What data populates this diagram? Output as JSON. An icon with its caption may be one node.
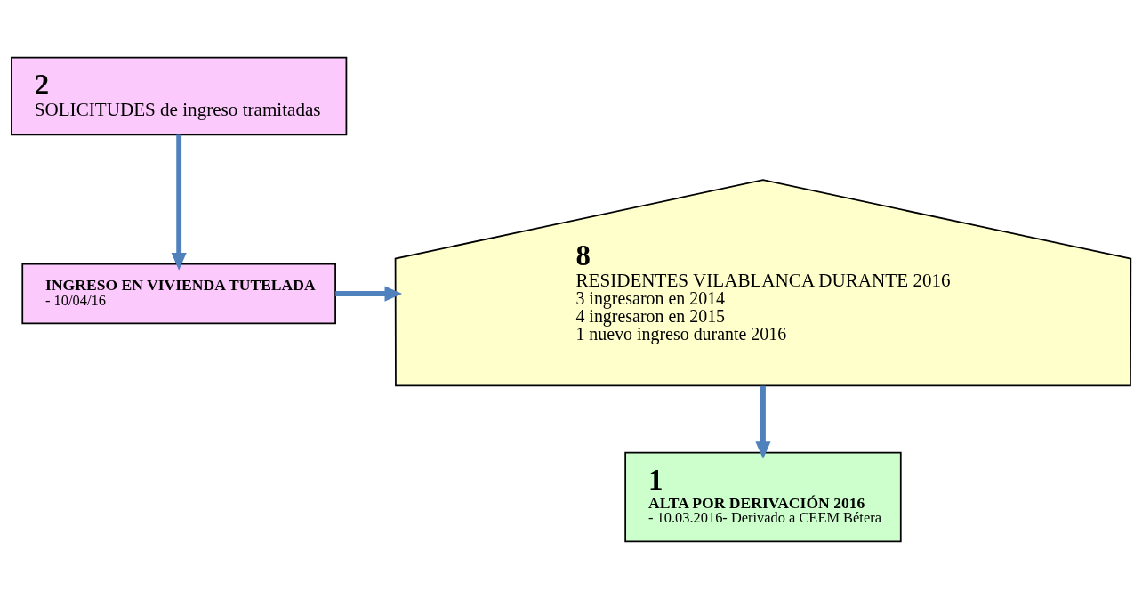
{
  "diagram": {
    "nodes": [
      {
        "text": [
          "2",
          "SOLICITUDES de ingreso tramitadas"
        ]
      },
      {
        "text": [
          "INGRESO EN VIVIENDA TUTELADA",
          "- 10/04/16"
        ]
      },
      {
        "text": [
          "8",
          "RESIDENTES VILABLANCA DURANTE 2016",
          "3 ingresaron en 2014",
          "4 ingresaron en 2015",
          "1 nuevo ingreso durante 2016"
        ]
      },
      {
        "text": [
          "1",
          "ALTA POR DERIVACIÓN 2016",
          "- 10.03.2016- Derivado a CEEM Bétera"
        ]
      }
    ],
    "edges": [
      {
        "from": 0,
        "to": 1,
        "arrow": "to"
      },
      {
        "from": 1,
        "to": 2,
        "arrow": "to"
      },
      {
        "from": 2,
        "to": 3,
        "arrow": "to"
      }
    ]
  }
}
